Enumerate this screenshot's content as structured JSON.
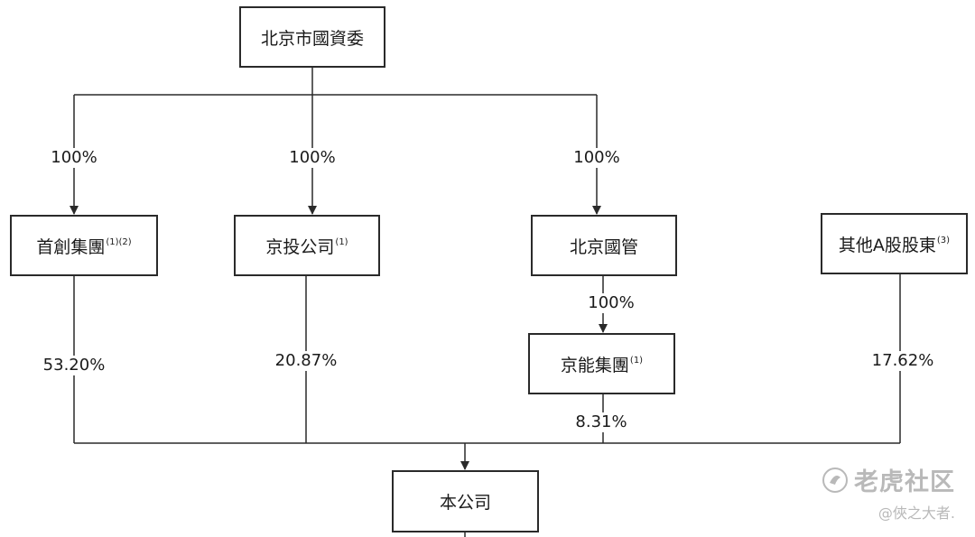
{
  "nodes": {
    "root": {
      "label": "北京市國資委",
      "note": ""
    },
    "shouchuang": {
      "label": "首創集團",
      "note": "(1)(2)"
    },
    "jingtou": {
      "label": "京投公司",
      "note": "(1)"
    },
    "beijing_guoguan": {
      "label": "北京國管",
      "note": ""
    },
    "jingneng": {
      "label": "京能集團",
      "note": "(1)"
    },
    "other_a": {
      "label": "其他A股股東",
      "note": "(3)"
    },
    "company": {
      "label": "本公司",
      "note": ""
    }
  },
  "edges": {
    "root_shouchuang": "100%",
    "root_jingtou": "100%",
    "root_guoguan": "100%",
    "guoguan_jingneng": "100%",
    "shouchuang_company": "53.20%",
    "jingtou_company": "20.87%",
    "jingneng_company": "8.31%",
    "other_company": "17.62%"
  },
  "watermark": {
    "brand": "老虎社区",
    "handle": "@俠之大者."
  }
}
